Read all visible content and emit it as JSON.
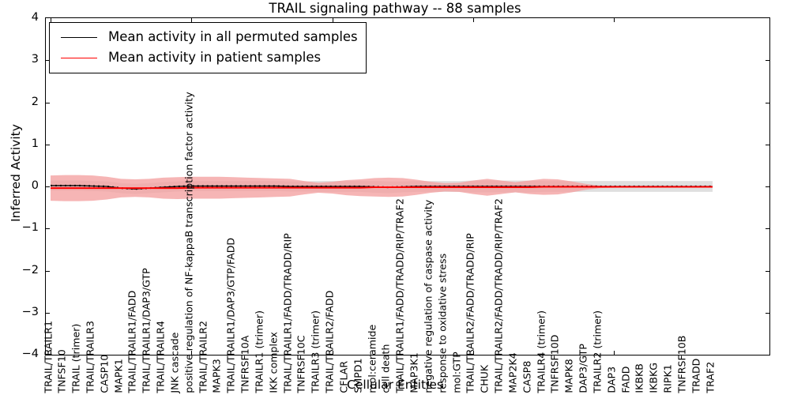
{
  "chart_data": {
    "type": "line",
    "title": "TRAIL signaling pathway -- 88 samples",
    "xlabel": "Cellular Entities",
    "ylabel": "Inferred Activity",
    "ylim": [
      -4,
      4
    ],
    "yticks": [
      -4,
      -3,
      -2,
      -1,
      0,
      1,
      2,
      3,
      4
    ],
    "ytick_labels": [
      "−4",
      "−3",
      "−2",
      "−1",
      "0",
      "1",
      "2",
      "3",
      "4"
    ],
    "grid": false,
    "legend_position": "upper left",
    "legend": [
      {
        "name": "Mean activity in all permuted samples",
        "color": "#000000",
        "style": "solid"
      },
      {
        "name": "Mean activity in patient samples",
        "color": "#ff0000",
        "style": "solid"
      }
    ],
    "categories": [
      "TRAIL/TRAILR1",
      "TNFSF10",
      "TRAIL (trimer)",
      "TRAIL/TRAILR3",
      "CASP10",
      "MAPK1",
      "TRAIL/TRAILR1/FADD",
      "TRAIL/TRAILR1/DAP3/GTP",
      "TRAIL/TRAILR4",
      "JNK cascade",
      "positive regulation of NF-kappaB transcription factor activity",
      "TRAIL/TRAILR2",
      "MAPK3",
      "TRAIL/TRAILR1/DAP3/GTP/FADD",
      "TNFRSF10A",
      "TRAILR1 (trimer)",
      "IKK complex",
      "TRAIL/TRAILR1/FADD/TRADD/RIP",
      "TNFRSF10C",
      "TRAILR3 (trimer)",
      "TRAIL/TRAILR2/FADD",
      "CFLAR",
      "SMPD1",
      "mol:ceramide",
      "cell death",
      "TRAIL/TRAILR1/FADD/TRADD/RIP/TRAF2",
      "MAP3K1",
      "negative regulation of caspase activity",
      "response to oxidative stress",
      "mol:GTP",
      "TRAIL/TRAILR2/FADD/TRADD/RIP",
      "CHUK",
      "TRAIL/TRAILR2/FADD/TRADD/RIP/TRAF2",
      "MAP2K4",
      "CASP8",
      "TRAILR4 (trimer)",
      "TNFRSF10D",
      "MAPK8",
      "DAP3/GTP",
      "TRAILR2 (trimer)",
      "DAP3",
      "FADD",
      "IKBKB",
      "IKBKG",
      "RIPK1",
      "TNFRSF10B",
      "TRADD",
      "TRAF2"
    ],
    "series": [
      {
        "name": "Mean activity in all permuted samples",
        "color": "#000000",
        "values": [
          0.02,
          0.02,
          0.02,
          0.01,
          0.0,
          -0.04,
          -0.06,
          -0.04,
          -0.02,
          0.0,
          0.01,
          0.01,
          0.01,
          0.01,
          0.01,
          0.01,
          0.01,
          0.0,
          0.0,
          0.0,
          0.0,
          0.0,
          0.0,
          -0.01,
          -0.02,
          -0.01,
          0.0,
          0.0,
          0.0,
          0.0,
          0.0,
          0.0,
          0.0,
          0.0,
          0.0,
          0.0,
          0.0,
          0.0,
          0.0,
          0.0,
          0.0,
          0.0,
          0.0,
          0.0,
          0.0,
          0.0,
          0.0,
          0.0
        ],
        "band_std": [
          0.12,
          0.12,
          0.12,
          0.12,
          0.12,
          0.12,
          0.12,
          0.12,
          0.12,
          0.12,
          0.12,
          0.12,
          0.12,
          0.12,
          0.12,
          0.12,
          0.12,
          0.12,
          0.12,
          0.13,
          0.13,
          0.13,
          0.13,
          0.14,
          0.14,
          0.13,
          0.13,
          0.13,
          0.13,
          0.13,
          0.14,
          0.14,
          0.14,
          0.14,
          0.14,
          0.13,
          0.13,
          0.13,
          0.13,
          0.13,
          0.13,
          0.13,
          0.13,
          0.13,
          0.13,
          0.13,
          0.13,
          0.13
        ],
        "band_color": "#d9d9d9"
      },
      {
        "name": "Mean activity in patient samples",
        "color": "#ff0000",
        "values": [
          -0.04,
          -0.04,
          -0.04,
          -0.04,
          -0.04,
          -0.04,
          -0.04,
          -0.04,
          -0.04,
          -0.04,
          -0.03,
          -0.03,
          -0.03,
          -0.03,
          -0.03,
          -0.03,
          -0.03,
          -0.03,
          -0.03,
          -0.03,
          -0.03,
          -0.03,
          -0.03,
          -0.02,
          -0.02,
          -0.02,
          -0.02,
          -0.02,
          -0.02,
          -0.02,
          -0.02,
          -0.02,
          -0.02,
          -0.02,
          -0.02,
          -0.01,
          -0.01,
          -0.01,
          -0.01,
          -0.01,
          -0.01,
          -0.01,
          -0.01,
          -0.01,
          -0.01,
          -0.01,
          -0.01,
          -0.01
        ],
        "band_std": [
          0.3,
          0.31,
          0.31,
          0.3,
          0.27,
          0.22,
          0.21,
          0.22,
          0.25,
          0.26,
          0.26,
          0.26,
          0.26,
          0.25,
          0.24,
          0.23,
          0.22,
          0.21,
          0.16,
          0.12,
          0.14,
          0.18,
          0.2,
          0.22,
          0.23,
          0.22,
          0.18,
          0.13,
          0.1,
          0.11,
          0.16,
          0.2,
          0.16,
          0.12,
          0.16,
          0.19,
          0.18,
          0.13,
          0.07,
          0.03,
          0.02,
          0.01,
          0.01,
          0.01,
          0.01,
          0.01,
          0.01,
          0.01
        ],
        "band_color": "#f4a0a0"
      }
    ]
  },
  "axis": {
    "title": "TRAIL signaling pathway -- 88 samples",
    "ylabel": "Inferred Activity",
    "xlabel": "Cellular Entities"
  }
}
